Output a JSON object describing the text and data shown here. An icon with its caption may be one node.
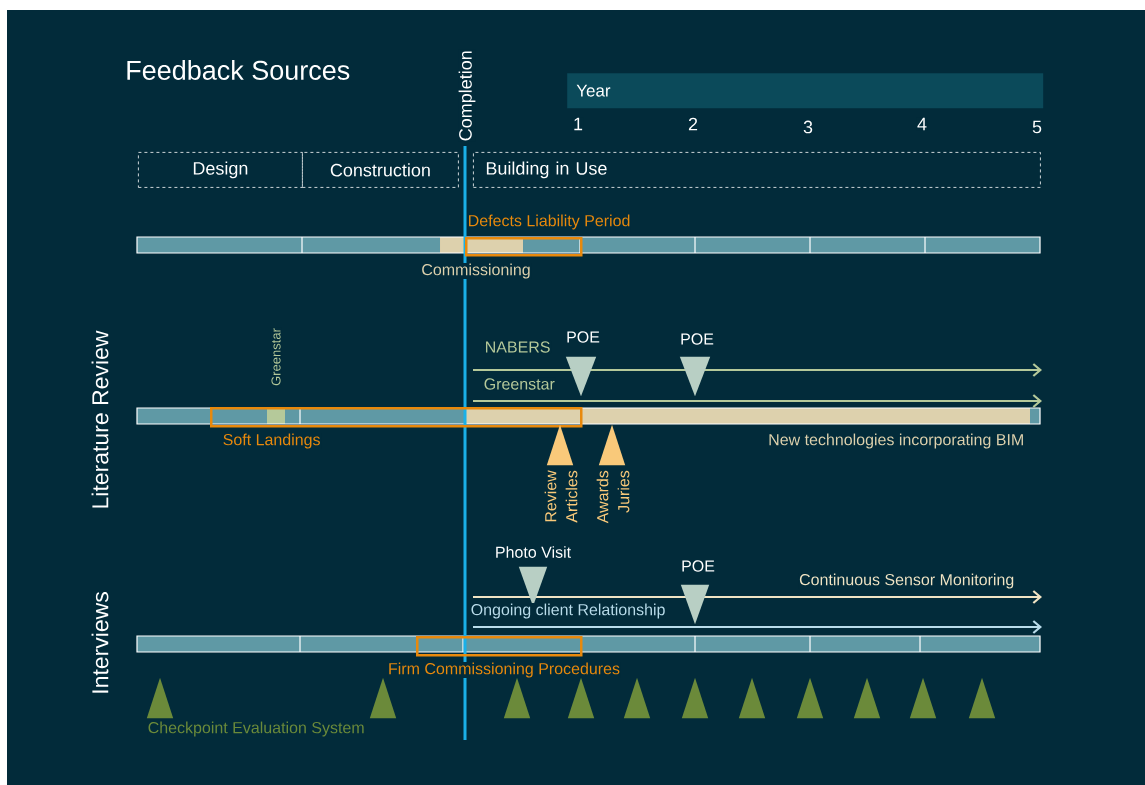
{
  "diagram": {
    "title": "Feedback Sources",
    "nodes": [
      {
        "text": [
          "Design"
        ]
      },
      {
        "text": [
          "Construction"
        ]
      },
      {
        "text": [
          "Building in Use"
        ]
      },
      {
        "text": [
          "Year"
        ]
      },
      {
        "text": [
          "Defects Liability Period"
        ]
      },
      {
        "text": [
          "Soft Landings"
        ]
      },
      {
        "text": [
          "POE"
        ]
      },
      {
        "text": [
          "POE"
        ]
      },
      {
        "text": [
          "Review Articles"
        ]
      },
      {
        "text": [
          "Awards Juries"
        ]
      },
      {
        "text": [
          "Photo Visit"
        ]
      },
      {
        "text": [
          "POE"
        ]
      },
      {
        "text": [
          "Firm Commissioning Procedures"
        ]
      },
      {
        "text": [],
        "shape": "triangle"
      },
      {
        "text": [],
        "shape": "triangle"
      },
      {
        "text": [],
        "shape": "triangle"
      },
      {
        "text": [],
        "shape": "triangle"
      },
      {
        "text": [],
        "shape": "triangle"
      },
      {
        "text": [],
        "shape": "triangle"
      },
      {
        "text": [],
        "shape": "triangle"
      },
      {
        "text": [],
        "shape": "triangle"
      },
      {
        "text": [],
        "shape": "triangle"
      },
      {
        "text": [],
        "shape": "triangle"
      },
      {
        "text": [],
        "shape": "triangle"
      }
    ],
    "labels": [
      "Completion",
      "1",
      "2",
      "3",
      "4",
      "5",
      "Commissioning",
      "Literature Review",
      "Greenstar",
      "NABERS",
      "Greenstar",
      "New technologies incorporating BIM",
      "Continuous Sensor Monitoring",
      "Ongoing client Relationship",
      "Interviews",
      "Checkpoint Evaluation System"
    ]
  }
}
